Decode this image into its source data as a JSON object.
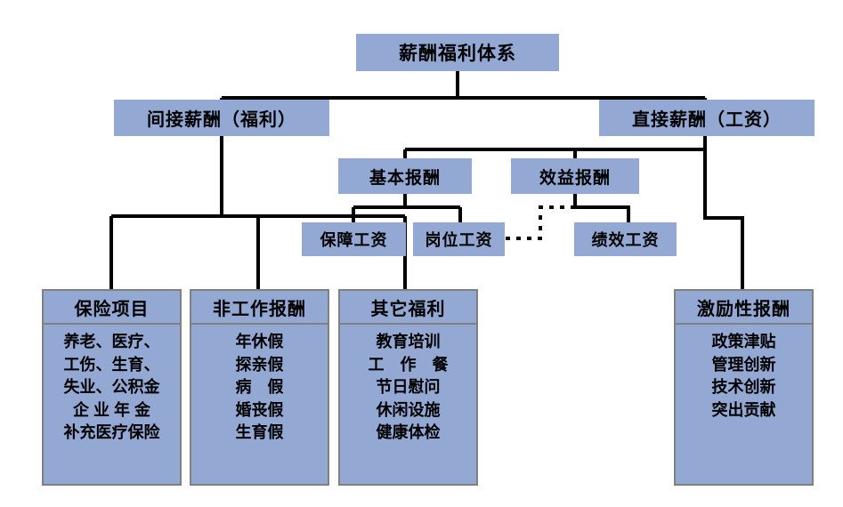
{
  "diagram": {
    "title": "薪酬福利体系",
    "colors": {
      "node_fill": "#93a9d4",
      "panel_border": "#808080",
      "connector": "#000000",
      "background": "#ffffff"
    }
  },
  "nodes": {
    "root": {
      "label": "薪酬福利体系"
    },
    "indirect": {
      "label": "间接薪酬（福利）"
    },
    "direct": {
      "label": "直接薪酬（工资）"
    },
    "basic_pay": {
      "label": "基本报酬"
    },
    "benefit_pay": {
      "label": "效益报酬"
    },
    "guarantee_wage": {
      "label": "保障工资"
    },
    "position_wage": {
      "label": "岗位工资"
    },
    "performance_wage": {
      "label": "绩效工资"
    }
  },
  "panels": [
    {
      "key": "insurance",
      "header": "保险项目",
      "items": [
        {
          "text": "养老、医疗、",
          "spaced": false
        },
        {
          "text": "工伤、生育、",
          "spaced": false
        },
        {
          "text": "失业、公积金",
          "spaced": false
        },
        {
          "text": "企业年金",
          "spaced": true
        },
        {
          "text": "补充医疗保险",
          "spaced": false
        }
      ]
    },
    {
      "key": "non_work_pay",
      "header": "非工作报酬",
      "items": [
        {
          "text": "年休假",
          "spaced": false
        },
        {
          "text": "探亲假",
          "spaced": false
        },
        {
          "text": "病　假",
          "spaced": false
        },
        {
          "text": "婚丧假",
          "spaced": false
        },
        {
          "text": "生育假",
          "spaced": false
        }
      ]
    },
    {
      "key": "other_benefits",
      "header": "其它福利",
      "items": [
        {
          "text": "教育培训",
          "spaced": false
        },
        {
          "text": "工　作　餐",
          "spaced": false
        },
        {
          "text": "节日慰问",
          "spaced": false
        },
        {
          "text": "休闲设施",
          "spaced": false
        },
        {
          "text": "健康体检",
          "spaced": false
        }
      ]
    },
    {
      "key": "incentive_pay",
      "header": "激励性报酬",
      "items": [
        {
          "text": "政策津贴",
          "spaced": false
        },
        {
          "text": "管理创新",
          "spaced": false
        },
        {
          "text": "技术创新",
          "spaced": false
        },
        {
          "text": "突出贡献",
          "spaced": false
        }
      ]
    }
  ]
}
